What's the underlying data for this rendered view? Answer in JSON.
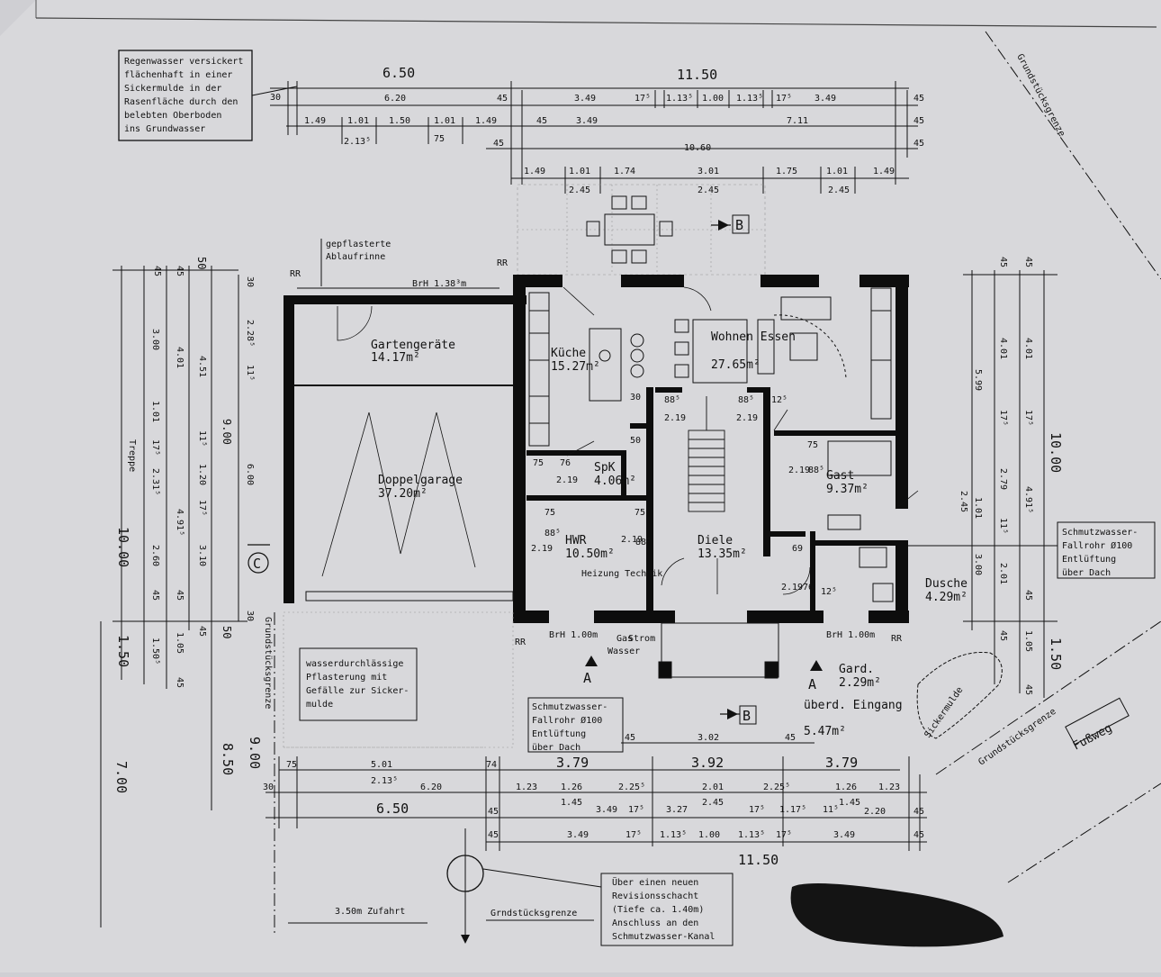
{
  "notes": {
    "rainwater": [
      "Regenwasser versickert",
      "flächenhaft in einer",
      "Sickermulde in der",
      "Rasenfläche durch den",
      "belebten Oberboden",
      "ins Grundwasser"
    ],
    "wastewater_pipe": [
      "Schmutzwasser-",
      "Fallrohr Ø100",
      "Entlüftung",
      "über Dach"
    ],
    "wastewater_pipe_right": [
      "Schmutzwasser-",
      "Fallrohr Ø100",
      "Entlüftung",
      "über Dach"
    ],
    "paving": [
      "wasserdurchlässige",
      "Pflasterung mit",
      "Gefälle zur Sicker-",
      "mulde"
    ],
    "revision": [
      "Über einen neuen",
      "Revisionsschacht",
      "(Tiefe ca. 1.40m)",
      "Anschluss an den",
      "Schmutzwasser-Kanal"
    ],
    "gutter": [
      "gepflasterte",
      "Ablaufrinne"
    ],
    "driveway": "3.50m Zufahrt",
    "boundary": "Grundstücksgrenze",
    "boundary_short": "Grndstücksgrenze",
    "footpath": "Fußweg",
    "sickermulde": "Sickermulde",
    "brh_top": "BrH 1.38³m",
    "brh_bottom_left": "BrH 1.00m",
    "brh_bottom_right": "BrH 1.00m",
    "rr": "RR",
    "treppe": "Treppe",
    "heizung": "Heizung Technik",
    "gas": "Gas",
    "wasser": "Wasser",
    "strom": "Strom"
  },
  "rooms": [
    {
      "name": "Gartengeräte",
      "area": "14.17m²"
    },
    {
      "name": "Doppelgarage",
      "area": "37.20m²"
    },
    {
      "name": "Küche",
      "area": "15.27m²"
    },
    {
      "name": "Wohnen Essen",
      "area": "27.65m²"
    },
    {
      "name": "SpK",
      "area": "4.06m²"
    },
    {
      "name": "HWR",
      "area": "10.50m²"
    },
    {
      "name": "Diele",
      "area": "13.35m²"
    },
    {
      "name": "Gast",
      "area": "9.37m²"
    },
    {
      "name": "Dusche",
      "area": "4.29m²"
    },
    {
      "name": "Gard.",
      "area": "2.29m²"
    },
    {
      "name": "überd. Eingang",
      "area": "5.47m²"
    }
  ],
  "dims_top": {
    "row1": [
      "6.50",
      "11.50"
    ],
    "row2": [
      "30",
      "6.20",
      "45",
      "3.49",
      "17⁵",
      "1.13⁵",
      "1.00",
      "1.13⁵",
      "17⁵",
      "3.49",
      "45"
    ],
    "row3": [
      "1.49",
      "1.01",
      "2.13⁵",
      "1.50",
      "1.01",
      "75",
      "1.49",
      "45",
      "3.49",
      "7.11",
      "45"
    ],
    "row4": [
      "45",
      "10.60",
      "45"
    ],
    "row5": [
      "1.49",
      "1.01",
      "2.45",
      "1.74",
      "3.01",
      "2.45",
      "1.75",
      "1.01",
      "2.45",
      "1.49"
    ]
  },
  "dims_bottom": {
    "row1": [
      "75",
      "5.01",
      "2.13⁵",
      "74",
      "3.79",
      "3.92",
      "3.79"
    ],
    "row2": [
      "30",
      "6.20",
      "1.23",
      "1.26",
      "1.45",
      "2.25⁵",
      "2.01",
      "2.45",
      "2.25⁵",
      "1.26",
      "1.45",
      "1.23"
    ],
    "row3": [
      "6.50",
      "45",
      "3.49",
      "17⁵",
      "3.27",
      "17⁵",
      "1.17⁵",
      "11⁵",
      "2.20",
      "45"
    ],
    "row4": [
      "45",
      "3.49",
      "17⁵",
      "1.13⁵",
      "1.00",
      "1.13⁵",
      "17⁵",
      "3.49",
      "45"
    ],
    "total": "11.50",
    "entrance": [
      "45",
      "3.02",
      "45"
    ]
  },
  "dims_left": [
    "45",
    "45",
    "50",
    "30",
    "3.00",
    "4.01",
    "4.51",
    "2.28⁵",
    "11⁵",
    "1.01",
    "17⁵",
    "2.31⁵",
    "11⁵",
    "1.20",
    "17⁵",
    "9.00",
    "6.00",
    "10.00",
    "4.91⁵",
    "3.10",
    "2.60",
    "45",
    "45",
    "1.50",
    "1.50⁵",
    "1.05",
    "45",
    "45",
    "30",
    "50",
    "9.00",
    "8.50",
    "7.00"
  ],
  "dims_right": [
    "45",
    "45",
    "4.01",
    "4.01",
    "5.99",
    "17⁵",
    "17⁵",
    "2.79",
    "4.91⁵",
    "10.00",
    "2.45",
    "1.01",
    "11⁵",
    "3.00",
    "2.01",
    "45",
    "45",
    "1.05",
    "1.50",
    "45"
  ],
  "inner_dims": [
    "30",
    "88⁵",
    "2.19",
    "88⁵",
    "2.19",
    "12⁵",
    "50",
    "75",
    "76",
    "2.19",
    "75",
    "88⁵",
    "2.19",
    "75",
    "2.19",
    "88⁵",
    "75",
    "88⁵",
    "2.19",
    "69",
    "76",
    "2.19",
    "12⁵"
  ],
  "section_labels": [
    "B",
    "B",
    "A",
    "A",
    "C"
  ],
  "colors": {
    "paper": "#cfcfd3",
    "ink": "#111111",
    "wall": "#0d0d0d",
    "redacted": "#141414"
  }
}
